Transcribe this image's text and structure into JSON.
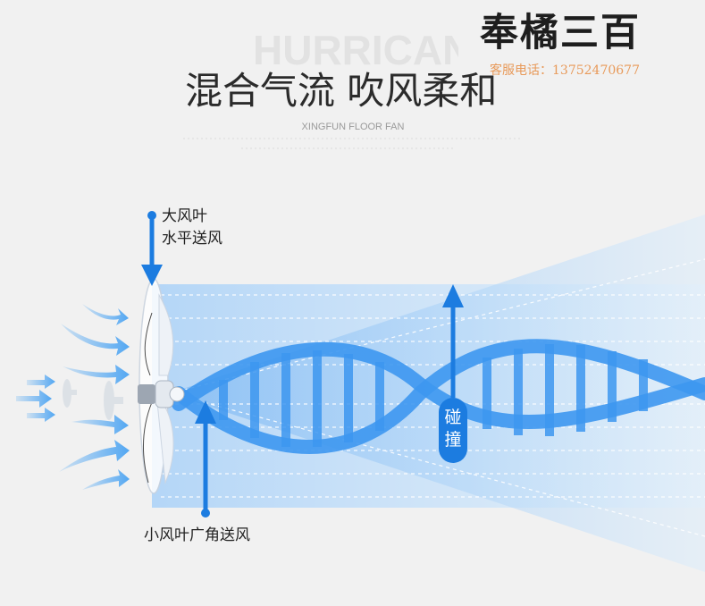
{
  "header": {
    "background_word": "HURRICANE",
    "title": "混合气流 吹风柔和",
    "subtitle": "XINGFUN FLOOR FAN"
  },
  "brand": {
    "name": "奉橘三百",
    "phone": "客服电话：13752470677"
  },
  "labels": {
    "big_blade_line1": "大风叶",
    "big_blade_line2": "水平送风",
    "small_blade": "小风叶广角送风",
    "collision_char1": "碰",
    "collision_char2": "撞"
  },
  "colors": {
    "accent": "#1c7ce0",
    "stream_light": "#cfe6fb",
    "helix": "#3d97f0",
    "background": "#f1f1f1"
  }
}
